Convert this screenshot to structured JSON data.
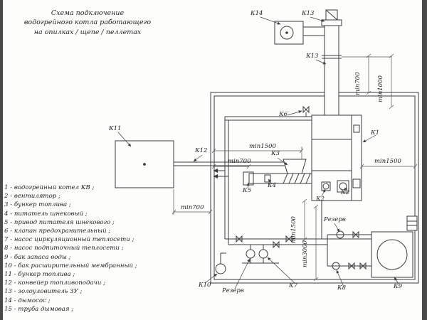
{
  "title": {
    "line1": "Схема подключение",
    "line2": "водогрейного котла работающего",
    "line3": "на опилках / щепе / пеллетах"
  },
  "legend": {
    "items": [
      "1 - водогрейный котел КВ ;",
      "2 - вентилятор ;",
      "3 - бункер топлива ;",
      "4 - питатель шнековый ;",
      "5 - привод питателя шнекового ;",
      "6 - клапан предохранительный ;",
      "7 - насос циркуляционный теплосети ;",
      "8 - насос подпиточный теплосети ;",
      "9 - бак запаса воды ;",
      "10 - бак расширительный мембранный ;",
      "11 - бункер топлива ;",
      "12 - конвейер топливоподачи ;",
      "13 - золоуловитель ЗУ ;",
      "14 - дымосос ;",
      "15 - труба дымовая ;"
    ]
  },
  "callouts": {
    "k1": "К1",
    "k2a": "К2",
    "k2b": "К2",
    "k3": "К3",
    "k4": "К4",
    "k5": "К5",
    "k6": "К6",
    "k7": "К7",
    "k8": "К8",
    "k9": "К9",
    "k10": "К10",
    "k11": "К11",
    "k12": "К12",
    "k13_top": "К13",
    "k13_mid": "К13",
    "k14": "К14",
    "dim_min700_roof": "min700",
    "dim_min1000": "min1000",
    "dim_min1500_feed": "min1500",
    "dim_min700_feed": "min700",
    "dim_min1500_wall": "min1500",
    "dim_min700_conveyor": "min700",
    "dim_min1500_floor": "min1500",
    "dim_min3000": "min3000",
    "reserve_top": "Резерв",
    "reserve_bottom": "Резерв"
  },
  "colors": {
    "line": "#3c3c3c",
    "dim": "#555555",
    "background": "#fdfdfc",
    "edge": "#4a4a4a"
  }
}
